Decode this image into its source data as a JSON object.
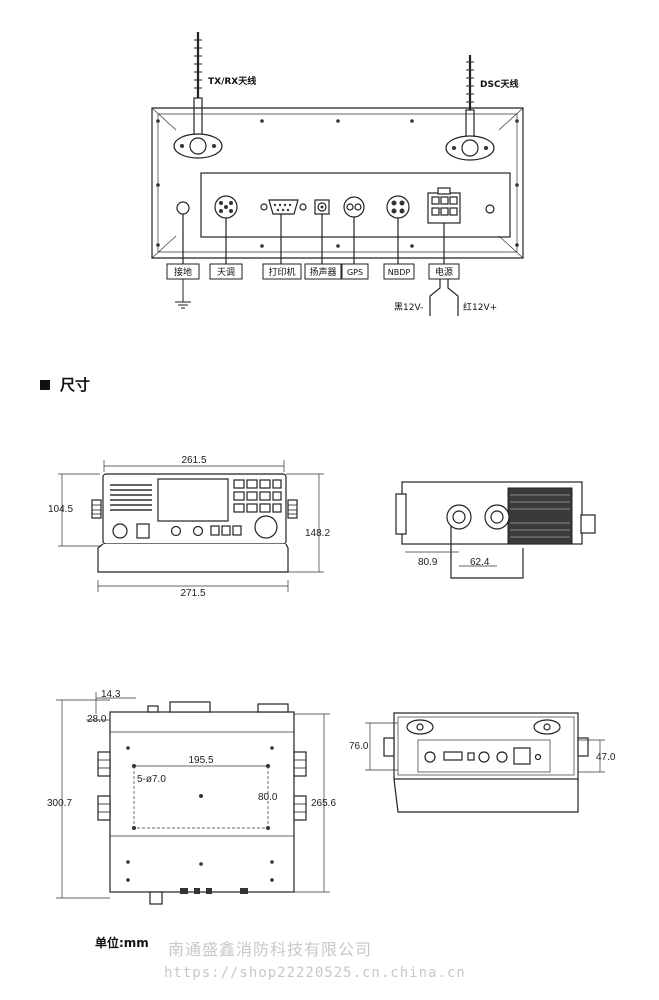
{
  "rear_panel": {
    "antenna_labels": [
      "TX/RX天线",
      "DSC天线"
    ],
    "connector_labels": [
      "接地",
      "天调",
      "打印机",
      "扬声器",
      "GPS",
      "NBDP",
      "电源"
    ],
    "power_wires": [
      "黑12V-",
      "红12V+"
    ]
  },
  "section": {
    "title": "尺寸"
  },
  "dimensions": {
    "front_view": {
      "width_top": "261.5",
      "width_bottom": "271.5",
      "height_left": "104.5",
      "height_right": "148.2"
    },
    "side_view": {
      "a": "80.9",
      "b": "62.4"
    },
    "top_view": {
      "d1": "14.3",
      "d2": "28.0",
      "hole_spacing": "195.5",
      "holes": "5-ø7.0",
      "hole_depth": "80.0",
      "depth_total": "300.7",
      "depth_inner": "265.6"
    },
    "rear_view": {
      "left": "76.0",
      "right": "47.0"
    }
  },
  "footer": {
    "unit": "单位:mm",
    "watermark_company": "南通盛鑫消防科技有限公司",
    "watermark_url": "https://shop22220525.cn.china.cn"
  }
}
